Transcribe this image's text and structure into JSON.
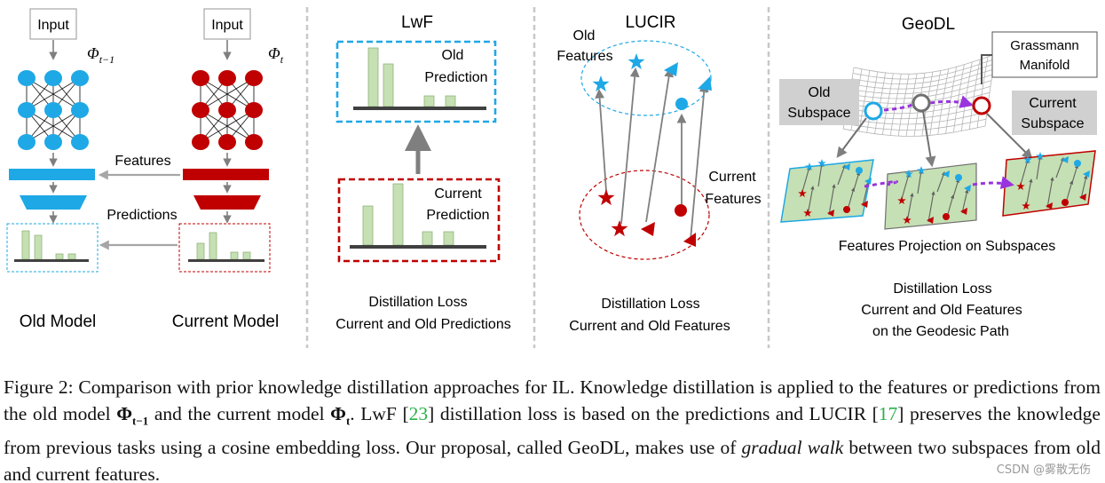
{
  "panel_old": {
    "input_label": "Input",
    "phi_label": "Φ",
    "phi_sub": "t−1",
    "model_label": "Old Model"
  },
  "panel_current": {
    "input_label": "Input",
    "phi_label": "Φ",
    "phi_sub": "t",
    "model_label": "Current Model",
    "features_label": "Features",
    "predictions_label": "Predictions"
  },
  "lwf": {
    "title": "LwF",
    "old_box_label_1": "Old",
    "old_box_label_2": "Prediction",
    "current_box_label_1": "Current",
    "current_box_label_2": "Prediction",
    "loss_line_1": "Distillation Loss",
    "loss_line_2": "Current and Old Predictions"
  },
  "lucir": {
    "title": "LUCIR",
    "old_features_1": "Old",
    "old_features_2": "Features",
    "current_features_1": "Current",
    "current_features_2": "Features",
    "loss_line_1": "Distillation Loss",
    "loss_line_2": "Current and Old Features"
  },
  "geodl": {
    "title": "GeoDL",
    "manifold_1": "Grassmann",
    "manifold_2": "Manifold",
    "old_subspace_1": "Old",
    "old_subspace_2": "Subspace",
    "current_subspace_1": "Current",
    "current_subspace_2": "Subspace",
    "projection_label": "Features Projection on Subspaces",
    "loss_line_1": "Distillation Loss",
    "loss_line_2": "Current and Old Features",
    "loss_line_3": "on the Geodesic Path"
  },
  "caption": {
    "part1": "Figure 2: Comparison with prior knowledge distillation approaches for IL. Knowledge distillation is applied to the features or predictions from the old model ",
    "phi_old": "Φ",
    "phi_old_sub": "t−1",
    "part2": " and the current model ",
    "phi_cur": "Φ",
    "phi_cur_sub": "t",
    "part3": ". LwF [",
    "ref1": "23",
    "part4": "] distillation loss is based on the predictions and LUCIR [",
    "ref2": "17",
    "part5": "] preserves the knowledge from previous tasks using a cosine embedding loss. Our proposal, called GeoDL, makes use of ",
    "italic": "gradual walk",
    "part6": " between two subspaces from old and current features."
  },
  "watermark": "CSDN @雾散无伤",
  "colors": {
    "old_blue": "#1ea8e6",
    "current_red": "#c00000",
    "bar_green": "#c6e0b4",
    "gray_arrow": "#7f7f7f",
    "purple_path": "#9933dd",
    "subspace_green": "#c5e0b4"
  }
}
